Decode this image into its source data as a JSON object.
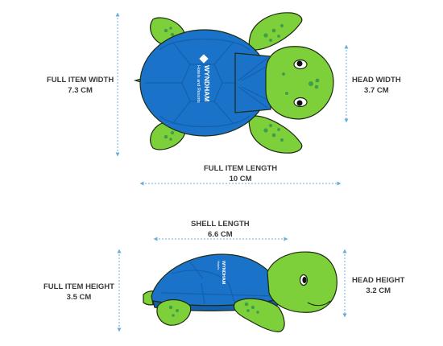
{
  "dimensions": {
    "full_item_width": {
      "title": "FULL ITEM WIDTH",
      "value": "7.3 CM"
    },
    "head_width": {
      "title": "HEAD WIDTH",
      "value": "3.7 CM"
    },
    "full_item_length": {
      "title": "FULL ITEM LENGTH",
      "value": "10 CM"
    },
    "shell_length": {
      "title": "SHELL LENGTH",
      "value": "6.6 CM"
    },
    "full_item_height": {
      "title": "FULL ITEM HEIGHT",
      "value": "3.5 CM"
    },
    "head_height": {
      "title": "HEAD HEIGHT",
      "value": "3.2 CM"
    }
  },
  "brand": {
    "name": "WYNDHAM",
    "subtitle": "Hotels and Resorts",
    "side_name": "WYNDHAM",
    "side_subtitle": "Hotels"
  },
  "colors": {
    "dimension_line": "#6aaed6",
    "shell_blue": "#1a73c9",
    "shell_dark": "#1460ad",
    "body_green": "#7ed03a",
    "spot_green": "#3f9e4a",
    "label_text": "#3a3a3a"
  }
}
